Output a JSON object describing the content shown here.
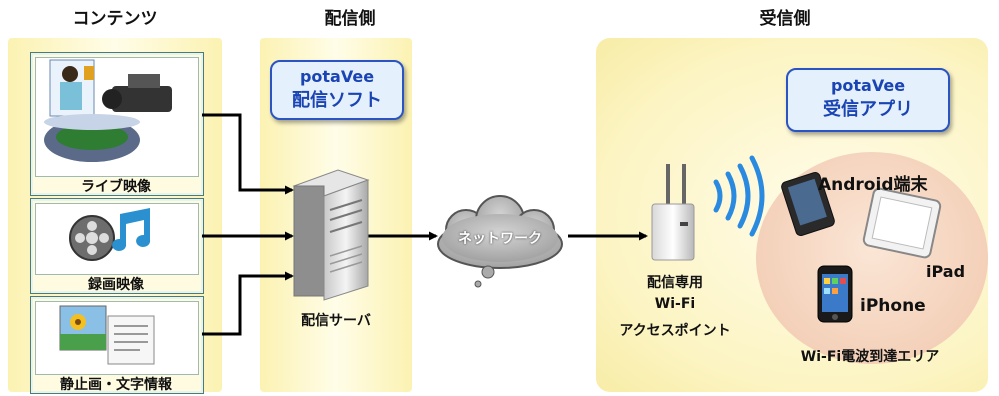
{
  "headers": {
    "contents": "コンテンツ",
    "sender": "配信側",
    "receiver": "受信側"
  },
  "contents": {
    "live": "ライブ映像",
    "recorded": "録画映像",
    "still": "静止画・文字情報"
  },
  "sender": {
    "soft_line1": "potaVee",
    "soft_line2": "配信ソフト",
    "server_label": "配信サーバ"
  },
  "network": {
    "label": "ネットワーク"
  },
  "receiver": {
    "app_line1": "potaVee",
    "app_line2": "受信アプリ",
    "ap_line1": "配信専用",
    "ap_line2": "Wi-Fi",
    "ap_line3": "アクセスポイント",
    "android": "Android端末",
    "ipad": "iPad",
    "iphone": "iPhone",
    "area": "Wi-Fi電波到達エリア"
  },
  "colors": {
    "panel": "#fbf2b2",
    "soft_border": "#2a54c4",
    "soft_text": "#1a44b4",
    "area_fill": "#f5d6c0"
  }
}
